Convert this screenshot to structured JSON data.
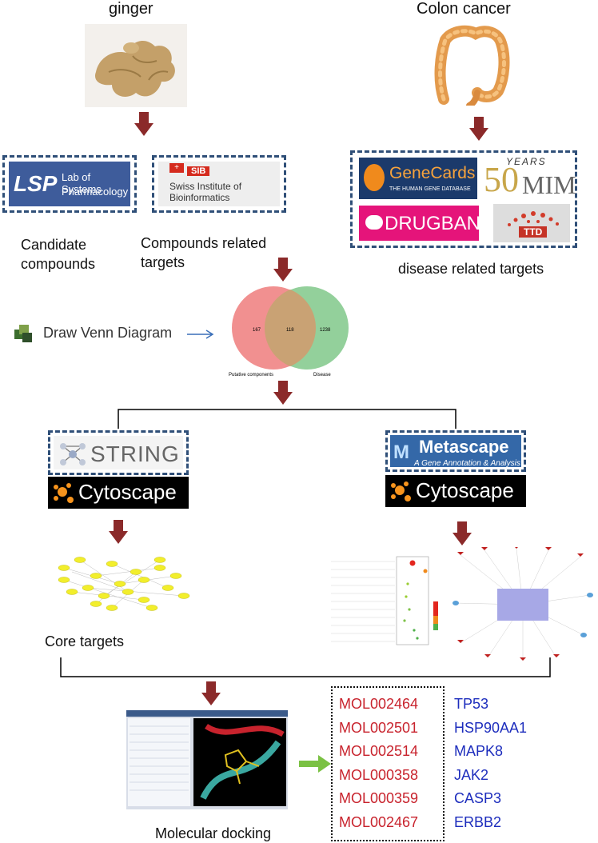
{
  "titles": {
    "ginger": "ginger",
    "colon_cancer": "Colon  cancer"
  },
  "logos": {
    "lsp_mark": "LSP",
    "lsp_name_1": "Lab of Systems",
    "lsp_name_2": "Pharmacology",
    "sib_badge": "SIB",
    "sib_name_1": "Swiss Institute of",
    "sib_name_2": "Bioinformatics",
    "genecards_name": "GeneCards",
    "genecards_sub": "THE HUMAN GENE DATABASE",
    "omim_years": "YEARS",
    "omim_50": "50",
    "omim_name": "MIM",
    "drugbank": "DRUGBANK",
    "ttd": "TTD",
    "string": "STRING",
    "metascape": "Metascape",
    "metascape_sub": "A Gene Annotation & Analysis",
    "cytoscape": "Cytoscape"
  },
  "labels": {
    "candidate_1": "Candidate",
    "candidate_2": "compounds",
    "compounds_related_1": "Compounds related",
    "compounds_related_2": "targets",
    "disease_related": "disease related targets",
    "draw_venn": "Draw Venn Diagram",
    "core_targets": "Core targets",
    "molecular_docking": "Molecular docking"
  },
  "venn": {
    "left_only": "167",
    "overlap": "118",
    "right_only": "1238",
    "left_label": "Putative components",
    "right_label": "Disease"
  },
  "docking_results": [
    {
      "molecule": "MOL002464",
      "target": "TP53"
    },
    {
      "molecule": "MOL002501",
      "target": "HSP90AA1"
    },
    {
      "molecule": "MOL002514",
      "target": "MAPK8"
    },
    {
      "molecule": "MOL000358",
      "target": "JAK2"
    },
    {
      "molecule": "MOL000359",
      "target": "CASP3"
    },
    {
      "molecule": "MOL002467",
      "target": "ERBB2"
    }
  ],
  "colors": {
    "arrow": "#8b2a2a",
    "dash": "#2f4f78",
    "molecule": "#c8232d",
    "target": "#1d2dbd",
    "venn_left": "#f08a8a",
    "venn_right": "#6fc07a"
  }
}
